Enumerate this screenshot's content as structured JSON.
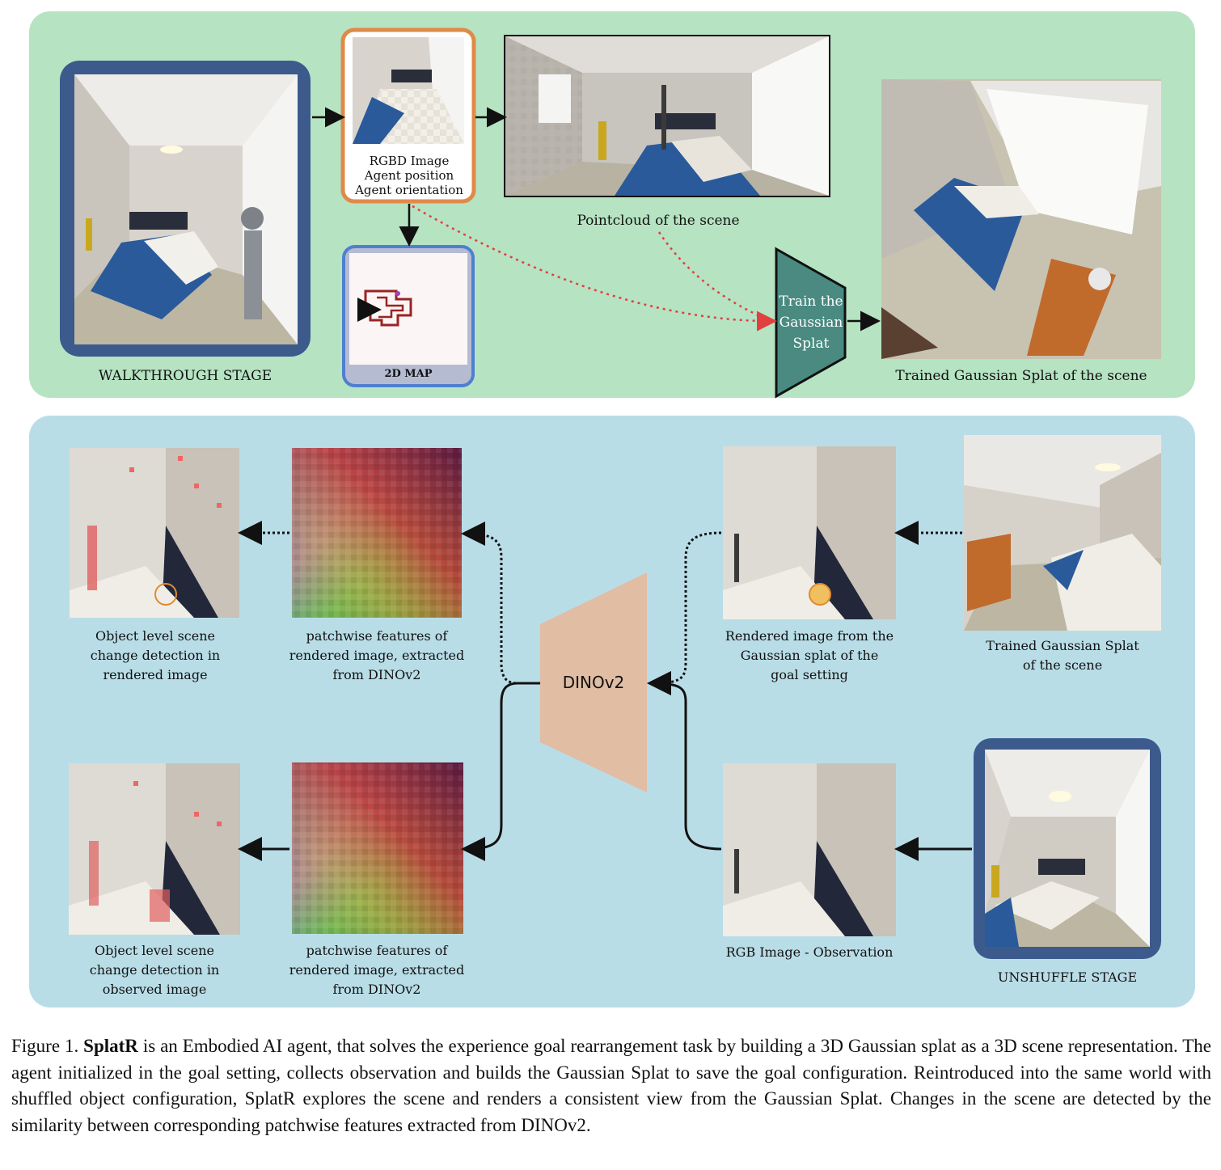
{
  "top": {
    "walkthrough_label": "WALKTHROUGH STAGE",
    "rgbd_lines": [
      "RGBD Image",
      "Agent position",
      "Agent orientation"
    ],
    "map_label": "2D MAP",
    "pointcloud_label": "Pointcloud of the scene",
    "train_lines": [
      "Train the",
      "Gaussian",
      "Splat"
    ],
    "trained_label": "Trained Gaussian Splat of the scene"
  },
  "bottom": {
    "change_rendered_lines": [
      "Object level scene",
      "change detection in",
      "rendered image"
    ],
    "patch_rendered_top_lines": [
      "patchwise features of",
      "rendered image, extracted",
      "from DINOv2"
    ],
    "rendered_goal_lines": [
      "Rendered image from the",
      "Gaussian splat of the",
      "goal setting"
    ],
    "trained_splat_lines": [
      "Trained Gaussian Splat",
      "of the scene"
    ],
    "dinov2_label": "DINOv2",
    "change_observed_lines": [
      "Object level scene",
      "change detection in",
      "observed image"
    ],
    "patch_observed_lines": [
      "patchwise features of",
      "rendered image, extracted",
      "from DINOv2"
    ],
    "rgb_obs_label": "RGB Image - Observation",
    "unshuffle_label": "UNSHUFFLE STAGE"
  },
  "caption": {
    "prefix": "Figure 1. ",
    "name": "SplatR",
    "text": " is an Embodied AI agent, that solves the experience goal rearrangement task by building a 3D Gaussian splat as a 3D scene representation. The agent initialized in the goal setting, collects observation and builds the Gaussian Splat to save the goal configuration. Reintroduced into the same world with shuffled object configuration, SplatR explores the scene and renders a consistent view from the Gaussian Splat. Changes in the scene are detected by the similarity between corresponding patchwise features extracted from DINOv2."
  },
  "colors": {
    "top_panel": "#b6e3c2",
    "bottom_panel": "#b9dde7",
    "frame_blue": "#3c5a8c",
    "frame_orange": "#e08a48",
    "frame_map": "#4f7fd0",
    "trapezoid_green": "#4a8a80",
    "trapezoid_tan": "#e0bda3",
    "red_dotted": "#e04040"
  }
}
